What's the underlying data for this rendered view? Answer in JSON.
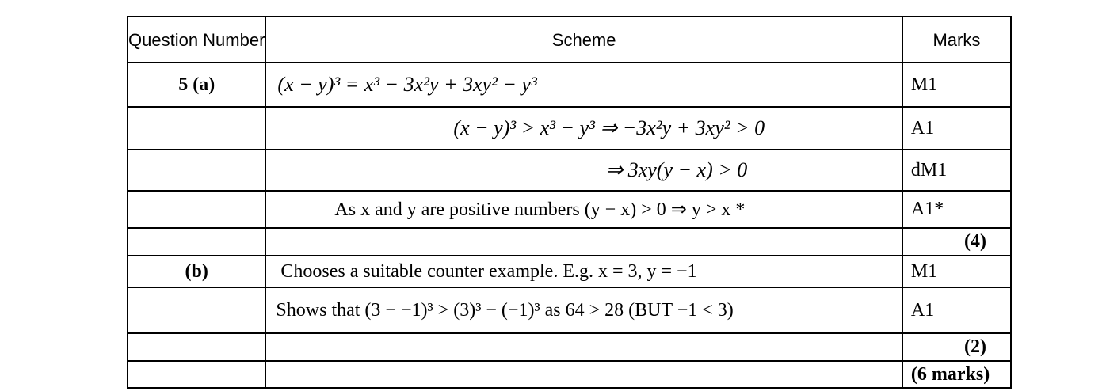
{
  "header": {
    "question": "Question Number",
    "scheme": "Scheme",
    "marks": "Marks"
  },
  "rows": [
    {
      "q": "5 (a)",
      "scheme": "(x − y)³ = x³ − 3x²y + 3xy² − y³",
      "mark": "M1"
    },
    {
      "q": "",
      "scheme": "(x − y)³ > x³ − y³ ⇒ −3x²y + 3xy² > 0",
      "mark": "A1"
    },
    {
      "q": "",
      "scheme": "⇒ 3xy(y − x) > 0",
      "mark": "dM1"
    },
    {
      "q": "",
      "scheme": "As  x and y are positive numbers (y − x) > 0 ⇒ y > x *",
      "mark": "A1*"
    },
    {
      "q": "",
      "scheme": "",
      "mark": "(4)"
    },
    {
      "q": "(b)",
      "scheme": "Chooses a suitable counter example. E.g.  x = 3, y = −1",
      "mark": "M1"
    },
    {
      "q": "",
      "scheme": "Shows that (3 − −1)³ > (3)³ − (−1)³ as 64 > 28 (BUT −1 < 3)",
      "mark": "A1"
    },
    {
      "q": "",
      "scheme": "",
      "mark": "(2)"
    },
    {
      "q": "",
      "scheme": "",
      "mark": "(6 marks)"
    }
  ]
}
